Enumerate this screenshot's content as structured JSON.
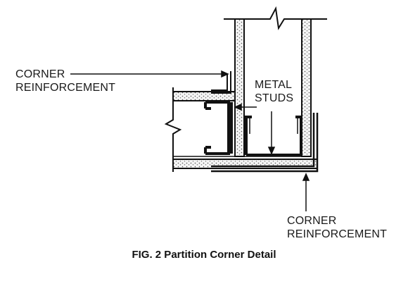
{
  "labels": {
    "corner_reinforcement_top": [
      "CORNER",
      "REINFORCEMENT"
    ],
    "metal_studs": [
      "METAL",
      "STUDS"
    ],
    "corner_reinforcement_bottom": [
      "CORNER",
      "REINFORCEMENT"
    ]
  },
  "caption": "FIG. 2 Partition Corner Detail",
  "colors": {
    "line": "#111111",
    "board_fill": "#f2f2f2",
    "stipple": "#555555"
  }
}
